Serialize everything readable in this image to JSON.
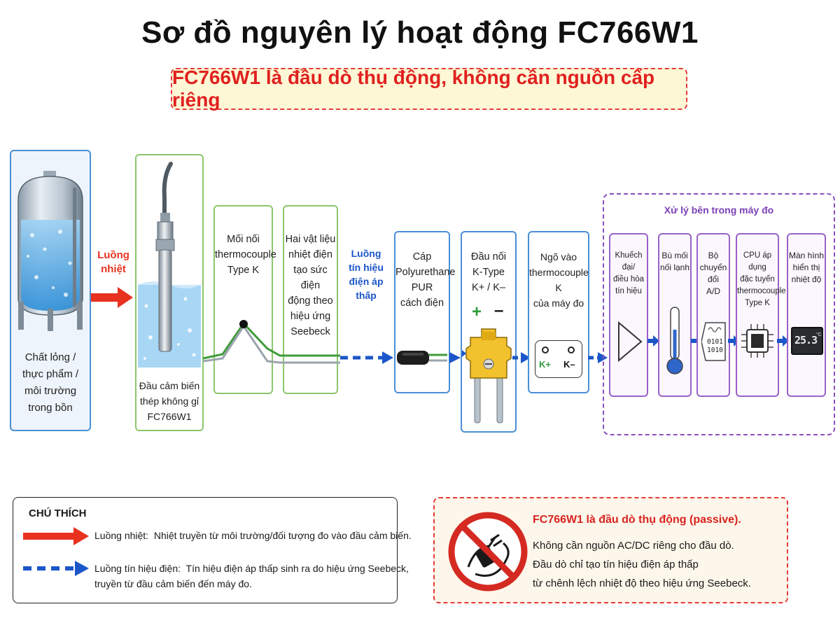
{
  "title": "Sơ đồ nguyên lý hoạt động FC766W1",
  "subtitle": "FC766W1 là đầu dò thụ động, không cần nguồn cấp riêng",
  "colors": {
    "heat": "#e8321f",
    "signal": "#1b56c9",
    "panel_blue": "#4a8fd6",
    "panel_green": "#8cc66b",
    "processing": "#9a62c8",
    "warning": "#e53b3b"
  },
  "tank": {
    "label": [
      "Chất lỏng /",
      "thực phẩm /",
      "môi trường",
      "trong bồn"
    ]
  },
  "heat_flow": {
    "label": [
      "Luồng",
      "nhiệt"
    ]
  },
  "sensor": {
    "label": [
      "Đầu cảm biến",
      "thép không gỉ",
      "FC766W1"
    ]
  },
  "junction": {
    "label": [
      "Mối nối",
      "thermocouple",
      "Type K"
    ]
  },
  "materials": {
    "label": [
      "Hai vật liệu",
      "nhiệt điện",
      "tạo sức điện",
      "động theo",
      "hiệu ứng",
      "Seebeck"
    ]
  },
  "signal_flow": {
    "label": [
      "Luồng",
      "tín hiệu",
      "điện áp thấp"
    ]
  },
  "cable": {
    "label": [
      "Cáp",
      "Polyurethane",
      "PUR",
      "cách điện"
    ]
  },
  "connector": {
    "label": [
      "Đầu nối",
      "K-Type",
      "K+ / K–"
    ],
    "plus": "+",
    "minus": "–"
  },
  "input": {
    "label": [
      "Ngõ vào",
      "thermocouple K",
      "của máy đo"
    ],
    "kplus": "K+",
    "kminus": "K–"
  },
  "processing": {
    "title": "Xử lý bên trong máy đo",
    "steps": [
      {
        "label": [
          "Khuếch đại/",
          "điều hòa",
          "tín hiệu"
        ],
        "icon": "amplifier-icon"
      },
      {
        "label": [
          "Bù mối",
          "nối lạnh"
        ],
        "icon": "thermometer-icon"
      },
      {
        "label": [
          "Bộ",
          "chuyển đổi",
          "A/D"
        ],
        "icon": "ad-converter-icon"
      },
      {
        "label": [
          "CPU áp dụng",
          "đặc tuyến",
          "thermocouple",
          "Type K"
        ],
        "icon": "cpu-chip-icon"
      },
      {
        "label": [
          "Màn hình",
          "hiển thị",
          "nhiệt độ"
        ],
        "icon": "display-icon"
      }
    ],
    "adc_bits": [
      "0101",
      "1010"
    ],
    "display_value": "25.3",
    "display_unit": "°C"
  },
  "legend": {
    "title": "CHÚ THÍCH",
    "heat": {
      "name": "Luồng nhiệt:",
      "desc": "Nhiệt truyền từ môi trường/đối tượng đo vào đầu cảm biến."
    },
    "signal": {
      "name": "Luồng tín hiệu điện:",
      "desc": "Tín hiệu điện áp thấp sinh ra do hiệu ứng Seebeck,",
      "desc2": "truyền từ đầu cảm biến đến máy đo."
    }
  },
  "passive": {
    "title": "FC766W1 là đầu dò thụ động (passive).",
    "lines": [
      "Không cần nguồn AC/DC riêng cho đầu dò.",
      "Đầu dò chỉ tạo tín hiệu điện áp thấp",
      "từ chênh lệch nhiệt độ theo hiệu ứng Seebeck."
    ]
  }
}
